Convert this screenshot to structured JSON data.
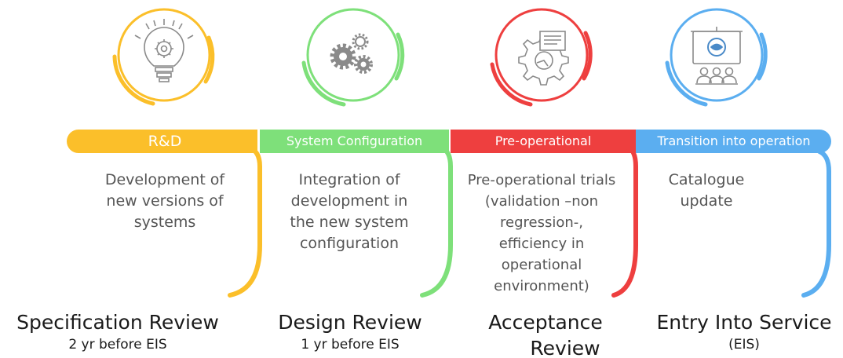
{
  "colors": {
    "yellow": "#FBBF2A",
    "green": "#7EE07A",
    "red": "#EE3F3F",
    "blue": "#5BAEF0",
    "icon_gray": "#8a8a8a",
    "body_text": "#555555",
    "milestone_text": "#1a1a1a"
  },
  "phases": [
    {
      "label": "R&D",
      "icon": "lightbulb-gear-icon",
      "description": [
        "Development of",
        "new versions of",
        "systems"
      ]
    },
    {
      "label": "System Configuration",
      "icon": "gears-icon",
      "description": [
        "Integration of",
        "development in",
        "the new system",
        "configuration"
      ]
    },
    {
      "label": "Pre-operational",
      "icon": "gear-document-icon",
      "description": [
        "Pre-operational trials",
        "(validation –non",
        "regression-,",
        "efficiency in",
        "operational",
        "environment)"
      ]
    },
    {
      "label": "Transition into operation",
      "icon": "presentation-audience-icon",
      "description": [
        "Catalogue",
        "update"
      ]
    }
  ],
  "milestones": [
    {
      "title": "Specification Review",
      "subtitle": "2 yr before EIS"
    },
    {
      "title": "Design Review",
      "subtitle": "1 yr before EIS"
    },
    {
      "title_lines": [
        "Acceptance",
        "Review"
      ]
    },
    {
      "title": "Entry Into Service",
      "subtitle": "(EIS)"
    }
  ]
}
